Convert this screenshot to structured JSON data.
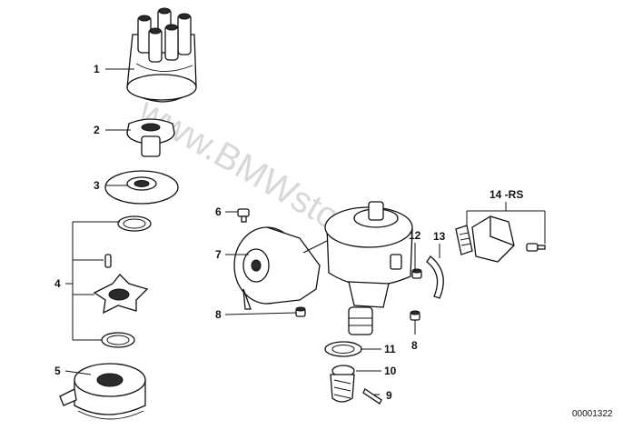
{
  "watermark": "www.BMWstore.pl",
  "diagram_code": "00001322",
  "callouts": {
    "c1": "1",
    "c2": "2",
    "c3": "3",
    "c4": "4",
    "c5": "5",
    "c6": "6",
    "c7": "7",
    "c8a": "8",
    "c8b": "8",
    "c9": "9",
    "c10": "10",
    "c11": "11",
    "c12": "12",
    "c13": "13",
    "c14": "14 -RS"
  }
}
